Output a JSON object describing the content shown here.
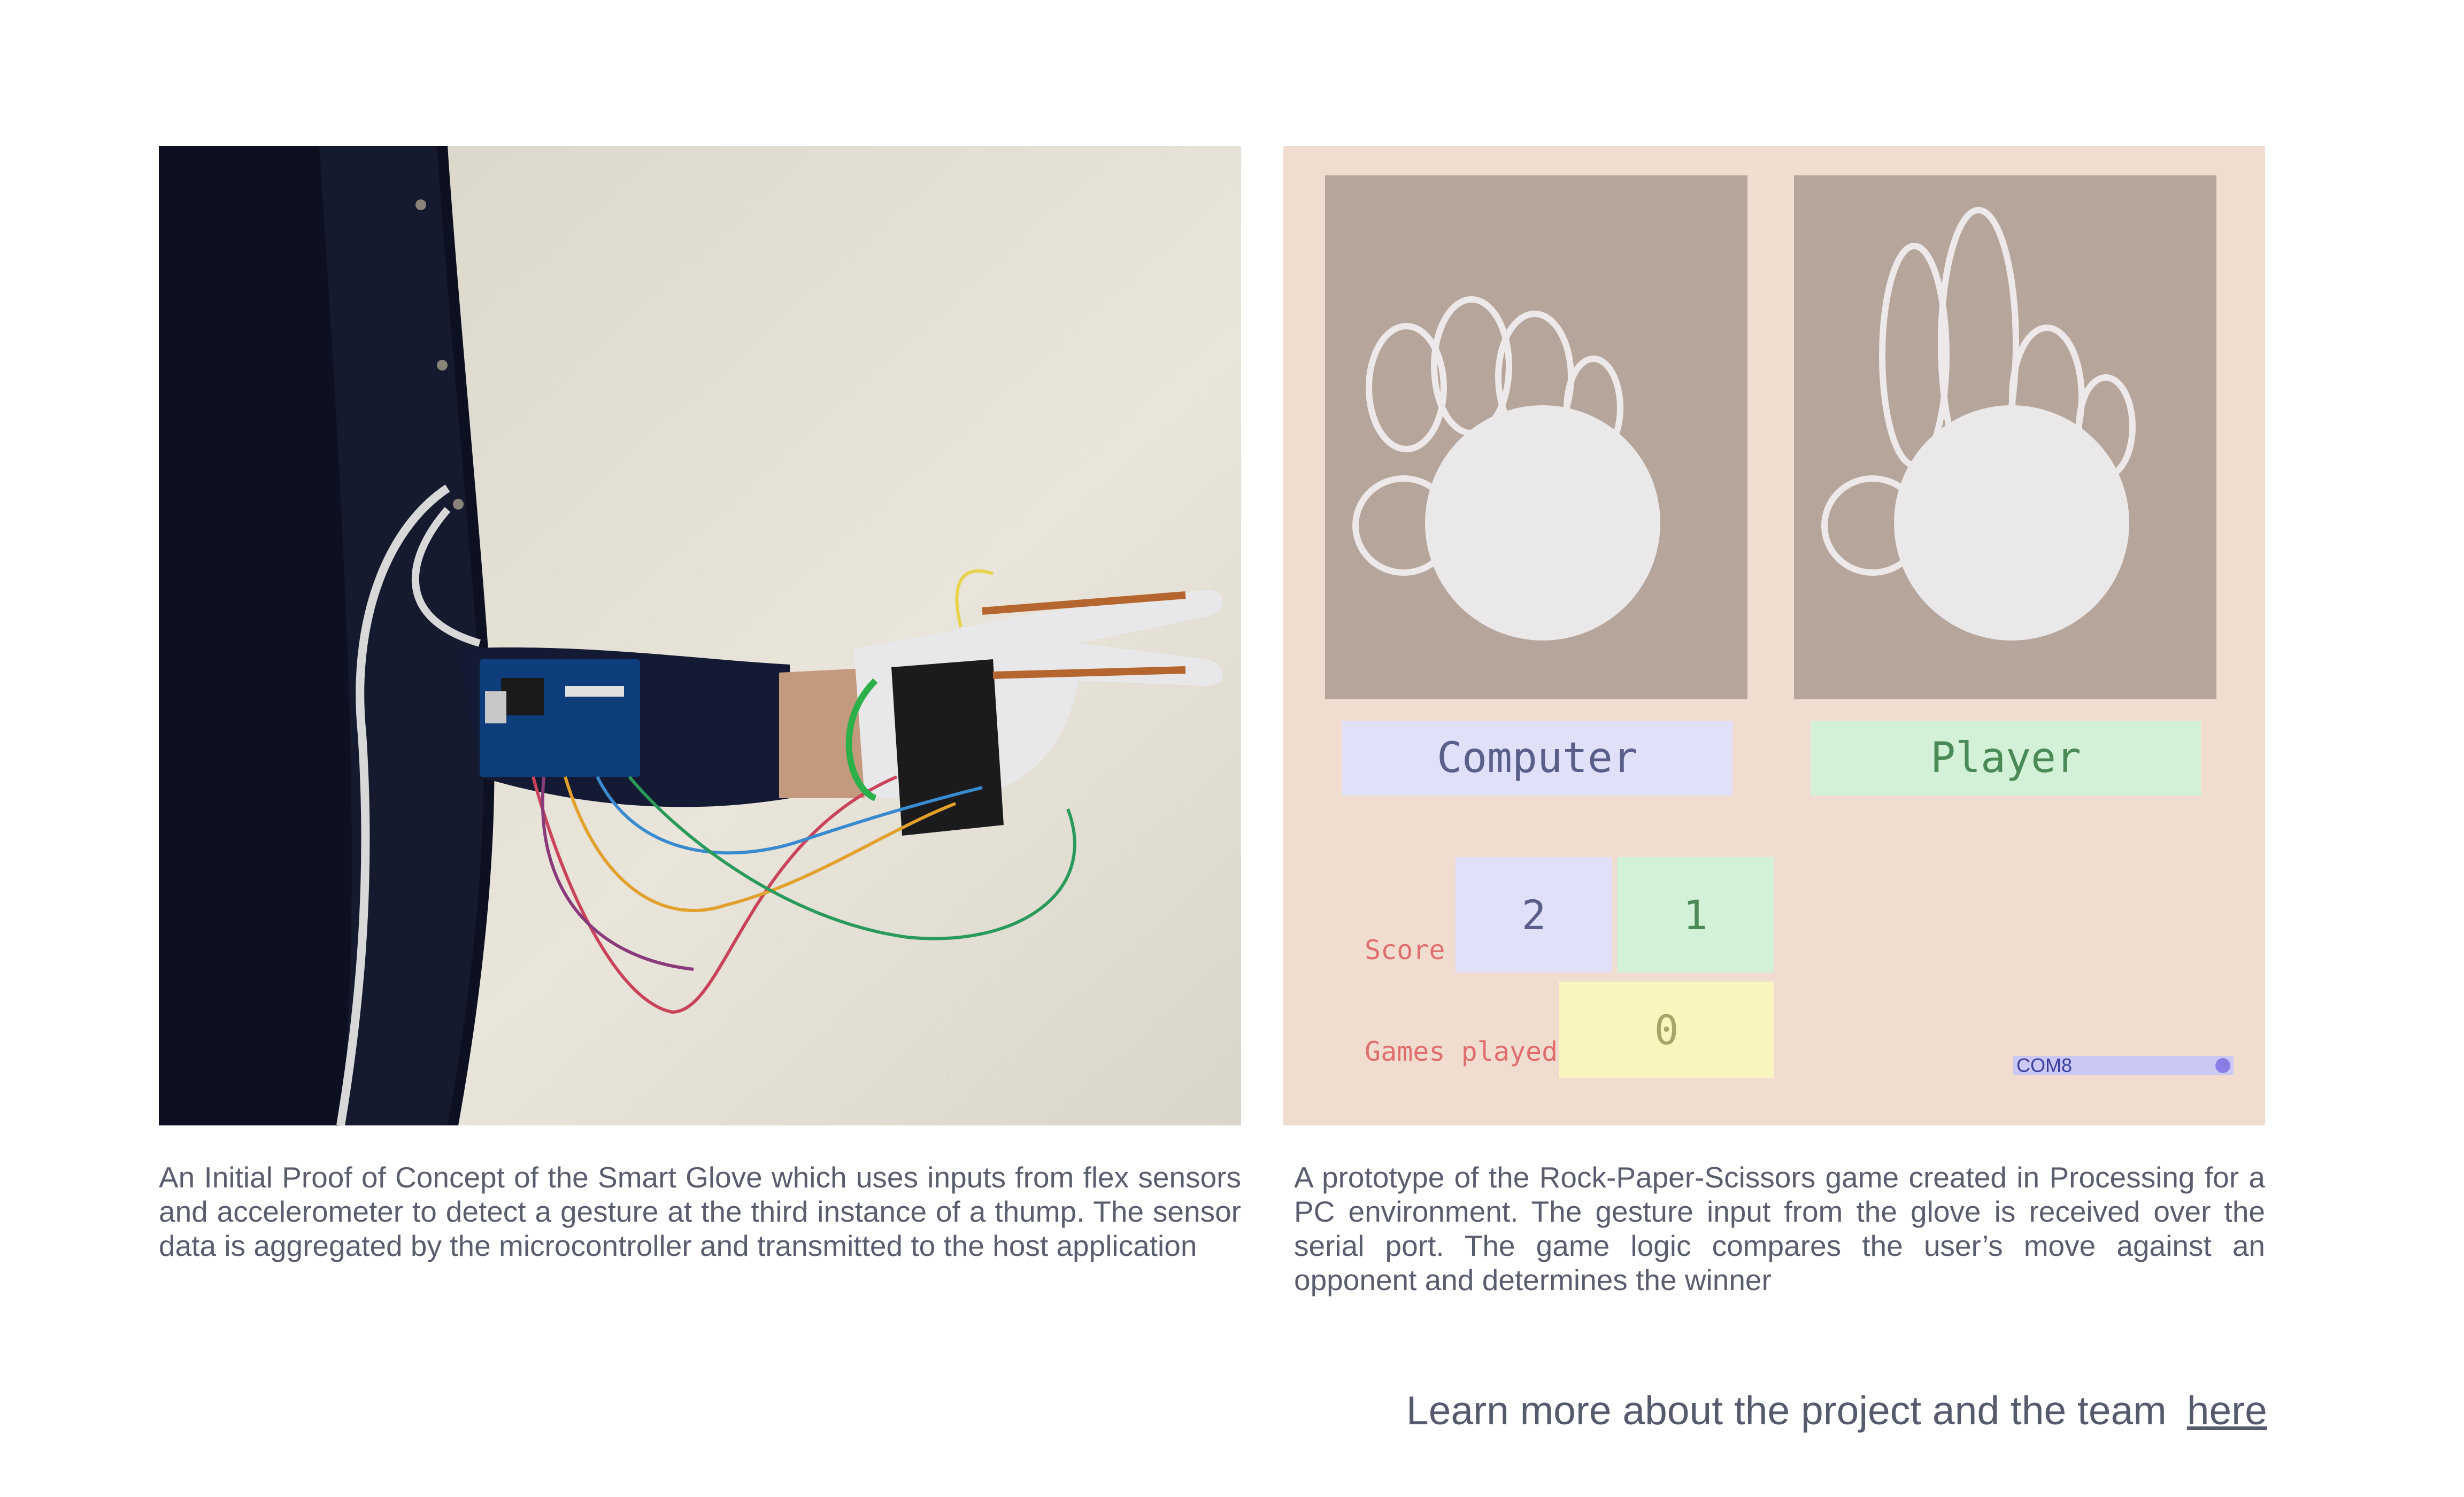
{
  "gallery": {
    "left": {
      "image_alt": "Smart Glove prototype with flex sensors and microcontroller on arm",
      "caption": "An Initial Proof of Concept of the Smart Glove which uses inputs from flex sensors and accelerometer to detect a gesture at the third instance of a thump. The sensor data is aggregated by the microcontroller and transmitted to the host application"
    },
    "right": {
      "game": {
        "computer_label": "Computer",
        "player_label": "Player",
        "score_label": "Score",
        "games_played_label": "Games played",
        "computer_score": "2",
        "player_score": "1",
        "games_played": "0",
        "port": "COM8"
      },
      "caption": "A prototype of the Rock-Paper-Scissors game created in Processing for a PC environment. The gesture input from the glove is received over the serial port. The game logic compares the user’s move against an opponent and determines the winner"
    }
  },
  "footer": {
    "text": "Learn more about the project and the team",
    "link": "here"
  },
  "colors": {
    "game_bg": "#f1ddd0",
    "hand_panel": "#b5a59b",
    "computer_box": "#e0e0f9",
    "player_box": "#d2f1d6",
    "games_box": "#f8f6be",
    "label_red": "#e06e6e"
  }
}
